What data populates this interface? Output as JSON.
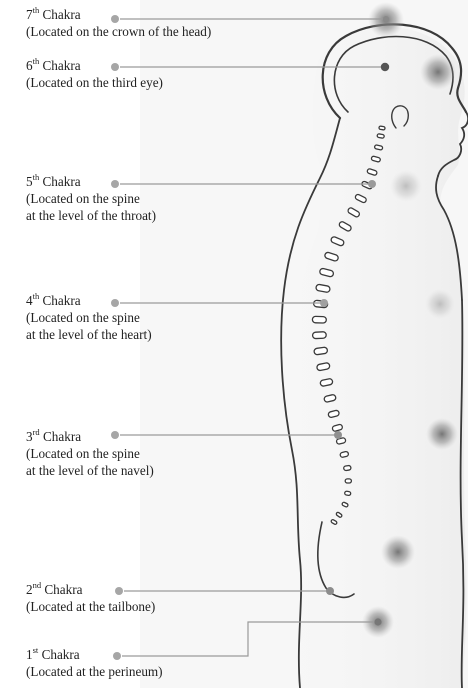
{
  "chakras": [
    {
      "id": "7",
      "number": "7",
      "suffix": "th",
      "word": "Chakra",
      "lines": [
        "(Located on the crown of the head)"
      ]
    },
    {
      "id": "6",
      "number": "6",
      "suffix": "th",
      "word": "Chakra",
      "lines": [
        "(Located on the third eye)"
      ]
    },
    {
      "id": "5",
      "number": "5",
      "suffix": "th",
      "word": "Chakra",
      "lines": [
        "(Located on the spine",
        "at the level of the throat)"
      ]
    },
    {
      "id": "4",
      "number": "4",
      "suffix": "th",
      "word": "Chakra",
      "lines": [
        "(Located on the spine",
        "at the level of the heart)"
      ]
    },
    {
      "id": "3",
      "number": "3",
      "suffix": "rd",
      "word": "Chakra",
      "lines": [
        "(Located on the spine",
        "at the level of the navel)"
      ]
    },
    {
      "id": "2",
      "number": "2",
      "suffix": "nd",
      "word": "Chakra",
      "lines": [
        "(Located at the tailbone)"
      ]
    },
    {
      "id": "1",
      "number": "1",
      "suffix": "st",
      "word": "Chakra",
      "lines": [
        "(Located at the perineum)"
      ]
    }
  ],
  "colors": {
    "text": "#222222",
    "outline": "#3a3a3a",
    "leader": "#9a9a9a",
    "marker": "#a6a6a6",
    "point": "#777777",
    "glow": "#7c7c7c"
  }
}
